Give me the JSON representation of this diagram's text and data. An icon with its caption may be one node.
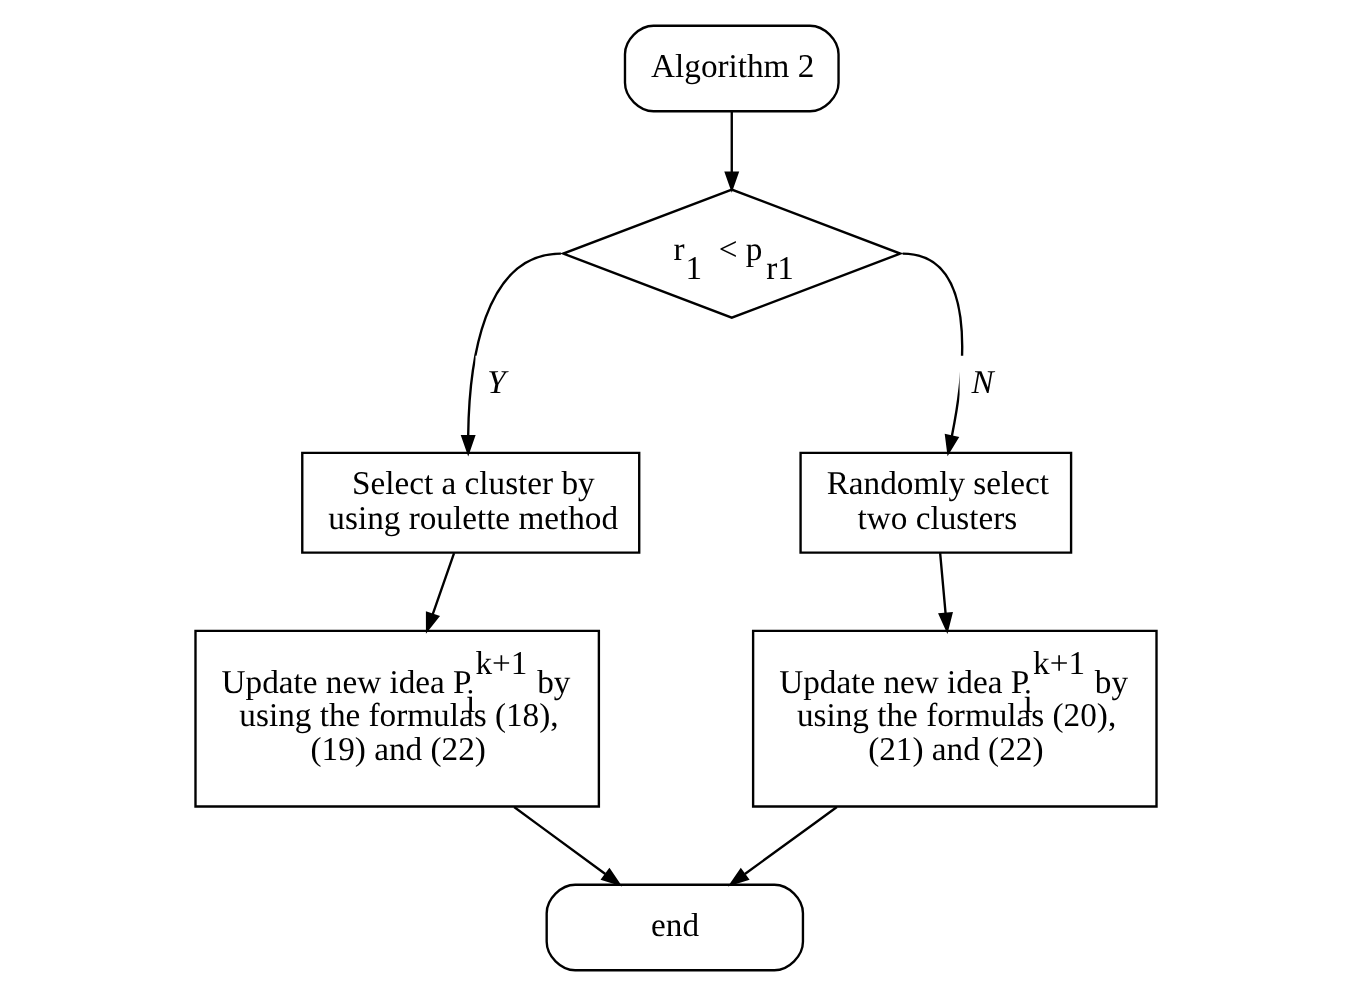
{
  "diagram": {
    "nodes": [
      {
        "text": [
          "Algorithm 2"
        ]
      },
      {
        "text": [
          "r$_{1}$ < p$_{r1}$"
        ]
      },
      {
        "text": [
          "Select a cluster by using roulette method"
        ]
      },
      {
        "text": [
          "Randomly select two clusters"
        ]
      },
      {
        "text": [
          "Update new idea P$_{i}$$^{k+1}$ by using the formulas (18), (19) and (22)"
        ]
      },
      {
        "text": [
          "Update new idea P$_{i}$$^{k+1}$ by using the formulas (20), (21) and (22)"
        ]
      },
      {
        "text": [
          "end"
        ]
      }
    ],
    "edges": [
      {
        "from": 0,
        "to": 1,
        "arrow": "to"
      },
      {
        "from": 1,
        "to": 2,
        "arrow": "to",
        "label": "Y"
      },
      {
        "from": 1,
        "to": 3,
        "arrow": "to",
        "label": "N"
      },
      {
        "from": 2,
        "to": 4,
        "arrow": "to"
      },
      {
        "from": 3,
        "to": 5,
        "arrow": "to"
      },
      {
        "from": 4,
        "to": 6,
        "arrow": "to"
      },
      {
        "from": 5,
        "to": 6,
        "arrow": "to"
      }
    ]
  }
}
